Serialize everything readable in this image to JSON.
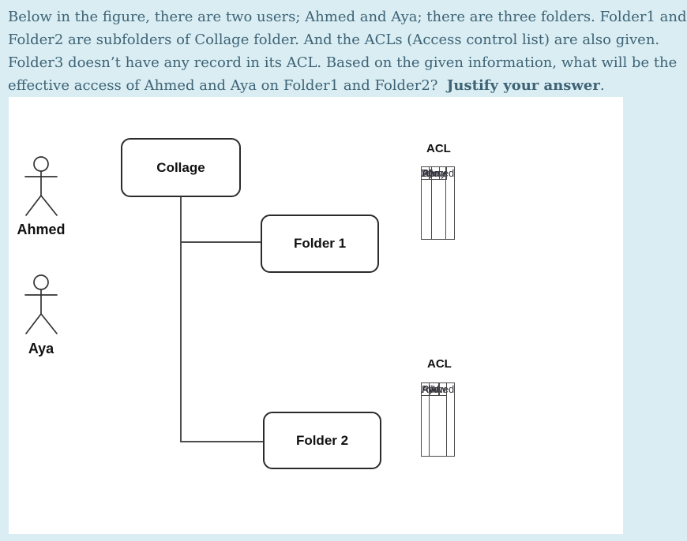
{
  "question": {
    "lines": [
      "Below in the figure, there are two users; Ahmed and Aya; there are three folders. Folder1 and",
      "Folder2 are subfolders of Collage folder. And the ACLs (Access control list) are also given.",
      "Folder3 doesn’t have any record in its ACL. Based on the given information, what will be the"
    ],
    "last_line_prefix": "effective access of Ahmed and Aya on Folder1 and Folder2?  ",
    "last_line_bold": "Justify your answer",
    "last_line_suffix": "."
  },
  "diagram": {
    "actors": [
      {
        "name": "Ahmed"
      },
      {
        "name": "Aya"
      }
    ],
    "folders": {
      "root": "Collage",
      "child1": "Folder 1",
      "child2": "Folder 2"
    },
    "acl_tables": [
      {
        "label": "ACL",
        "rows": [
          {
            "user": "Ahmed",
            "permission": "W",
            "decision": "Deny"
          },
          {
            "user": "Aya",
            "permission": "R",
            "decision": "Allow"
          }
        ]
      },
      {
        "label": "ACL",
        "rows": [
          {
            "user": "Ahmed",
            "permission": "R",
            "decision": "Allow"
          },
          {
            "user": "Aya",
            "permission": "RW",
            "decision": "Allow"
          }
        ]
      }
    ]
  },
  "colors": {
    "page_bg": "#d9edf3",
    "panel_bg": "#ffffff",
    "question_text": "#3e6375",
    "diagram_line": "#4d4d4d",
    "table_border": "#4a4a4a",
    "label_text": "#111111"
  }
}
